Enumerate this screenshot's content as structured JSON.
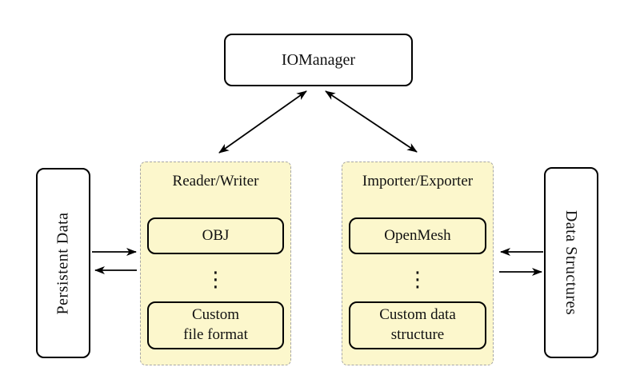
{
  "colors": {
    "group_fill": "#FCF7CC",
    "group_border": "#A6A6A6",
    "node_fill": "#FFFFFF",
    "node_border": "#000000",
    "arrow": "#000000"
  },
  "nodes": {
    "iomanager": {
      "label": "IOManager"
    },
    "persistent_data": {
      "label": "Persistent Data"
    },
    "data_structures": {
      "label": "Data Structures"
    },
    "reader_writer": {
      "label": "Reader/Writer",
      "items": [
        {
          "label": "OBJ"
        },
        {
          "label": "⋮"
        },
        {
          "line1": "Custom",
          "line2": "file format"
        }
      ]
    },
    "importer_exporter": {
      "label": "Importer/Exporter",
      "items": [
        {
          "label": "OpenMesh"
        },
        {
          "label": "⋮"
        },
        {
          "line1": "Custom data",
          "line2": "structure"
        }
      ]
    }
  },
  "edges": [
    {
      "from": "iomanager",
      "to": "reader_writer",
      "bidirectional": true
    },
    {
      "from": "iomanager",
      "to": "importer_exporter",
      "bidirectional": true
    },
    {
      "from": "persistent_data",
      "to": "reader_writer",
      "bidirectional": false
    },
    {
      "from": "reader_writer",
      "to": "persistent_data",
      "bidirectional": false
    },
    {
      "from": "data_structures",
      "to": "importer_exporter",
      "bidirectional": false
    },
    {
      "from": "importer_exporter",
      "to": "data_structures",
      "bidirectional": false
    }
  ]
}
